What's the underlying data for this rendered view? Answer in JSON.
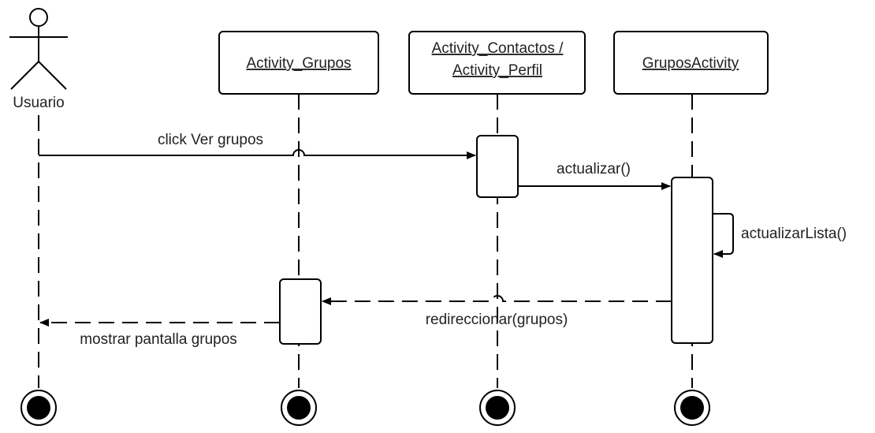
{
  "actor": {
    "name": "Usuario"
  },
  "lifelines": [
    {
      "name": "Activity_Grupos"
    },
    {
      "lines": [
        "Activity_Contactos /",
        "Activity_Perfil"
      ]
    },
    {
      "name": "GruposActivity"
    }
  ],
  "messages": {
    "m1": {
      "label": "click Ver grupos"
    },
    "m2": {
      "label": "actualizar()"
    },
    "m3": {
      "label": "actualizarLista()"
    },
    "m4": {
      "label": "redireccionar(grupos)"
    },
    "m5": {
      "label": "mostrar pantalla grupos"
    }
  },
  "colors": {
    "stroke": "#000000",
    "text": "#222222",
    "background": "#ffffff"
  }
}
